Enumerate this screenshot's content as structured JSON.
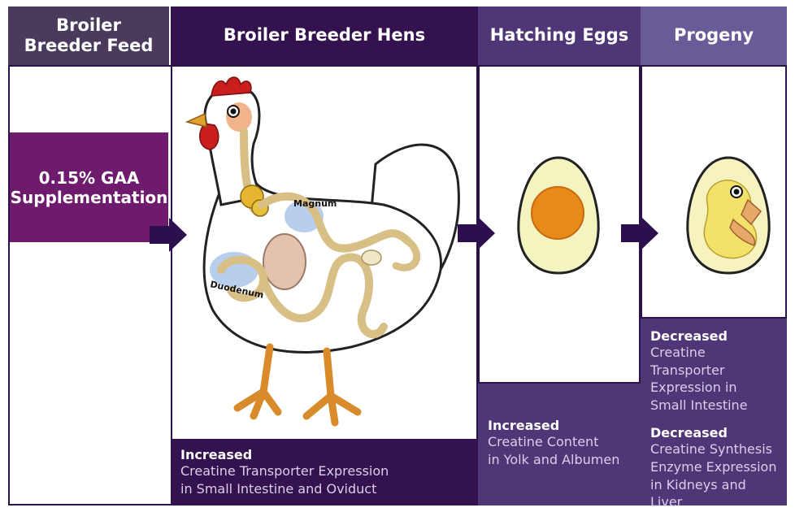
{
  "headers": {
    "feed": "Broiler Breeder Feed",
    "hens": "Broiler Breeder Hens",
    "eggs": "Hatching Eggs",
    "progeny": "Progeny"
  },
  "supplement": "0.15% GAA Supplementation",
  "hen_labels": {
    "magnum": "Magnum",
    "duodenum": "Duodenum"
  },
  "hens_effect": {
    "heading": "Increased",
    "line1": "Creatine Transporter Expression",
    "line2": "in Small Intestine and Oviduct"
  },
  "eggs_effect": {
    "heading": "Increased",
    "line1": "Creatine Content",
    "line2": "in Yolk and Albumen"
  },
  "progeny_effect1": {
    "heading": "Decreased",
    "line1": "Creatine Transporter",
    "line2": "Expression in",
    "line3": "Small Intestine"
  },
  "progeny_effect2": {
    "heading": "Decreased",
    "line1": "Creatine Synthesis",
    "line2": "Enzyme Expression",
    "line3": "in Kidneys and Liver"
  },
  "colors": {
    "feed_header": "#4a3a5c",
    "hens_header": "#34124f",
    "eggs_header": "#4f3676",
    "progeny_header": "#6b5a98",
    "supplement_box": "#6e1b6e",
    "arrow": "#2e0f4e"
  }
}
